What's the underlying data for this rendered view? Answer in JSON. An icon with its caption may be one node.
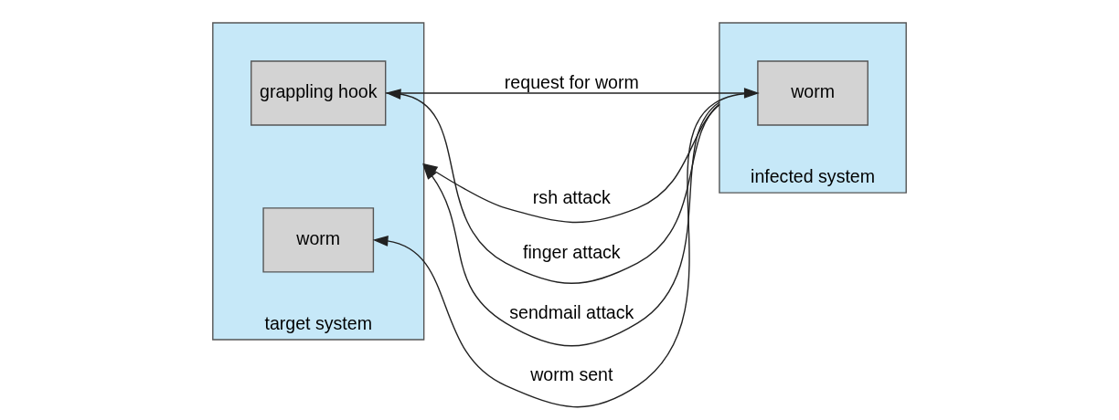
{
  "diagram": {
    "nodes": [
      {
        "text": [
          "target system"
        ]
      },
      {
        "text": [
          "grappling hook"
        ],
        "in": 0
      },
      {
        "text": [
          "worm"
        ],
        "in": 0
      },
      {
        "text": [
          "infected system"
        ]
      },
      {
        "text": [
          "worm"
        ],
        "in": 3
      }
    ],
    "edges": [
      {
        "from": 3,
        "to": 0,
        "arrow": "to",
        "label": "rsh attack"
      },
      {
        "from": 3,
        "to": 1,
        "arrow": "to",
        "label": "finger attack"
      },
      {
        "from": 3,
        "to": 0,
        "arrow": "to",
        "label": "sendmail attack"
      },
      {
        "from": 1,
        "to": 4,
        "arrow": "to",
        "label": "request for worm"
      },
      {
        "from": 4,
        "to": 2,
        "arrow": "to",
        "label": "worm sent"
      }
    ]
  }
}
